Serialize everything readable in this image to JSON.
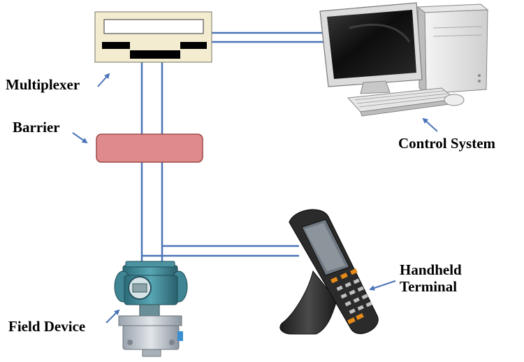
{
  "labels": {
    "multiplexer": "Multiplexer",
    "barrier": "Barrier",
    "control_system": "Control System",
    "handheld_terminal_line1": "Handheld",
    "handheld_terminal_line2": "Terminal",
    "field_device": "Field Device"
  },
  "colors": {
    "wire": "#4a74b7",
    "arrow": "#4a74b7",
    "multiplexer_body": "#f4ecd0",
    "barrier_fill": "#e08b8b",
    "barrier_stroke": "#9d4a4a"
  },
  "icons": {
    "multiplexer": "multiplexer-box",
    "barrier": "barrier-block",
    "control_system": "desktop-computer-icon",
    "handheld_terminal": "handheld-terminal-icon",
    "field_device": "pressure-transmitter-icon"
  }
}
